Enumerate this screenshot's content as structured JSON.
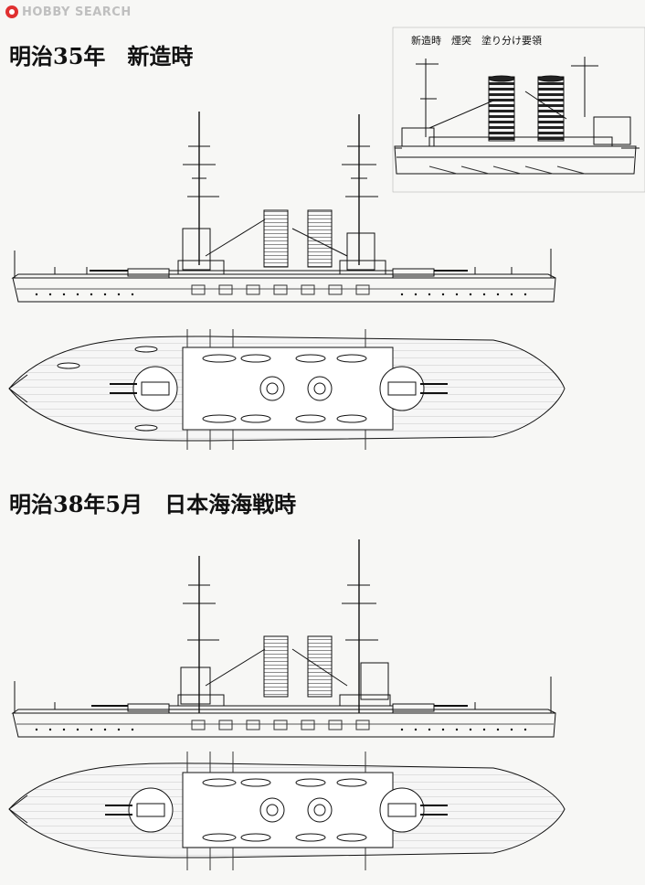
{
  "header": {
    "logo_text": "HOBBY SEARCH"
  },
  "sections": [
    {
      "title": "明治35年　新造時"
    },
    {
      "title": "明治38年5月　日本海海戦時"
    }
  ],
  "inset": {
    "label": "新造時　煙突　塗り分け要領"
  }
}
